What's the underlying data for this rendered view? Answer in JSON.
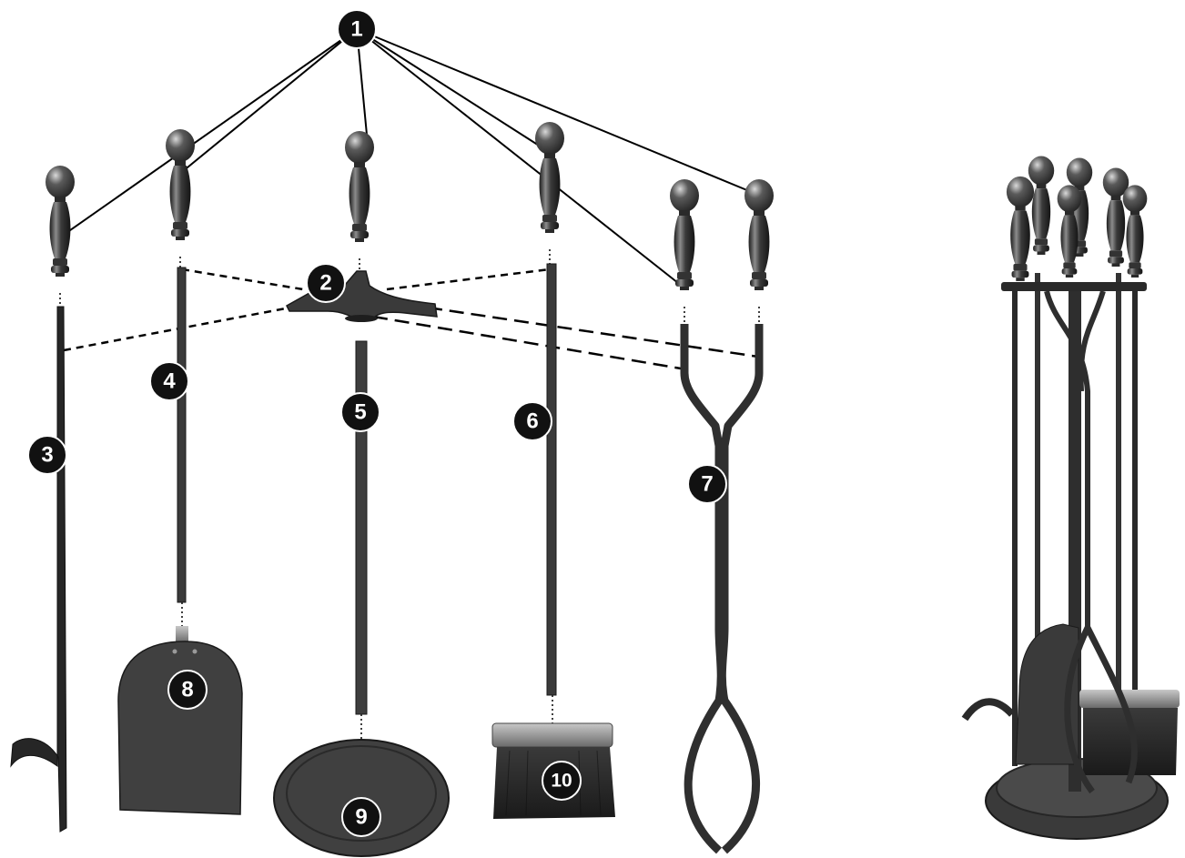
{
  "callouts": {
    "c1": "1",
    "c2": "2",
    "c3": "3",
    "c4": "4",
    "c5": "5",
    "c6": "6",
    "c7": "7",
    "c8": "8",
    "c9": "9",
    "c10": "10"
  },
  "colors": {
    "metal_dark": "#2b2b2b",
    "metal_mid": "#4a4a4a",
    "metal_light": "#8a8a8a",
    "badge": "#111111",
    "leader": "#000000"
  }
}
